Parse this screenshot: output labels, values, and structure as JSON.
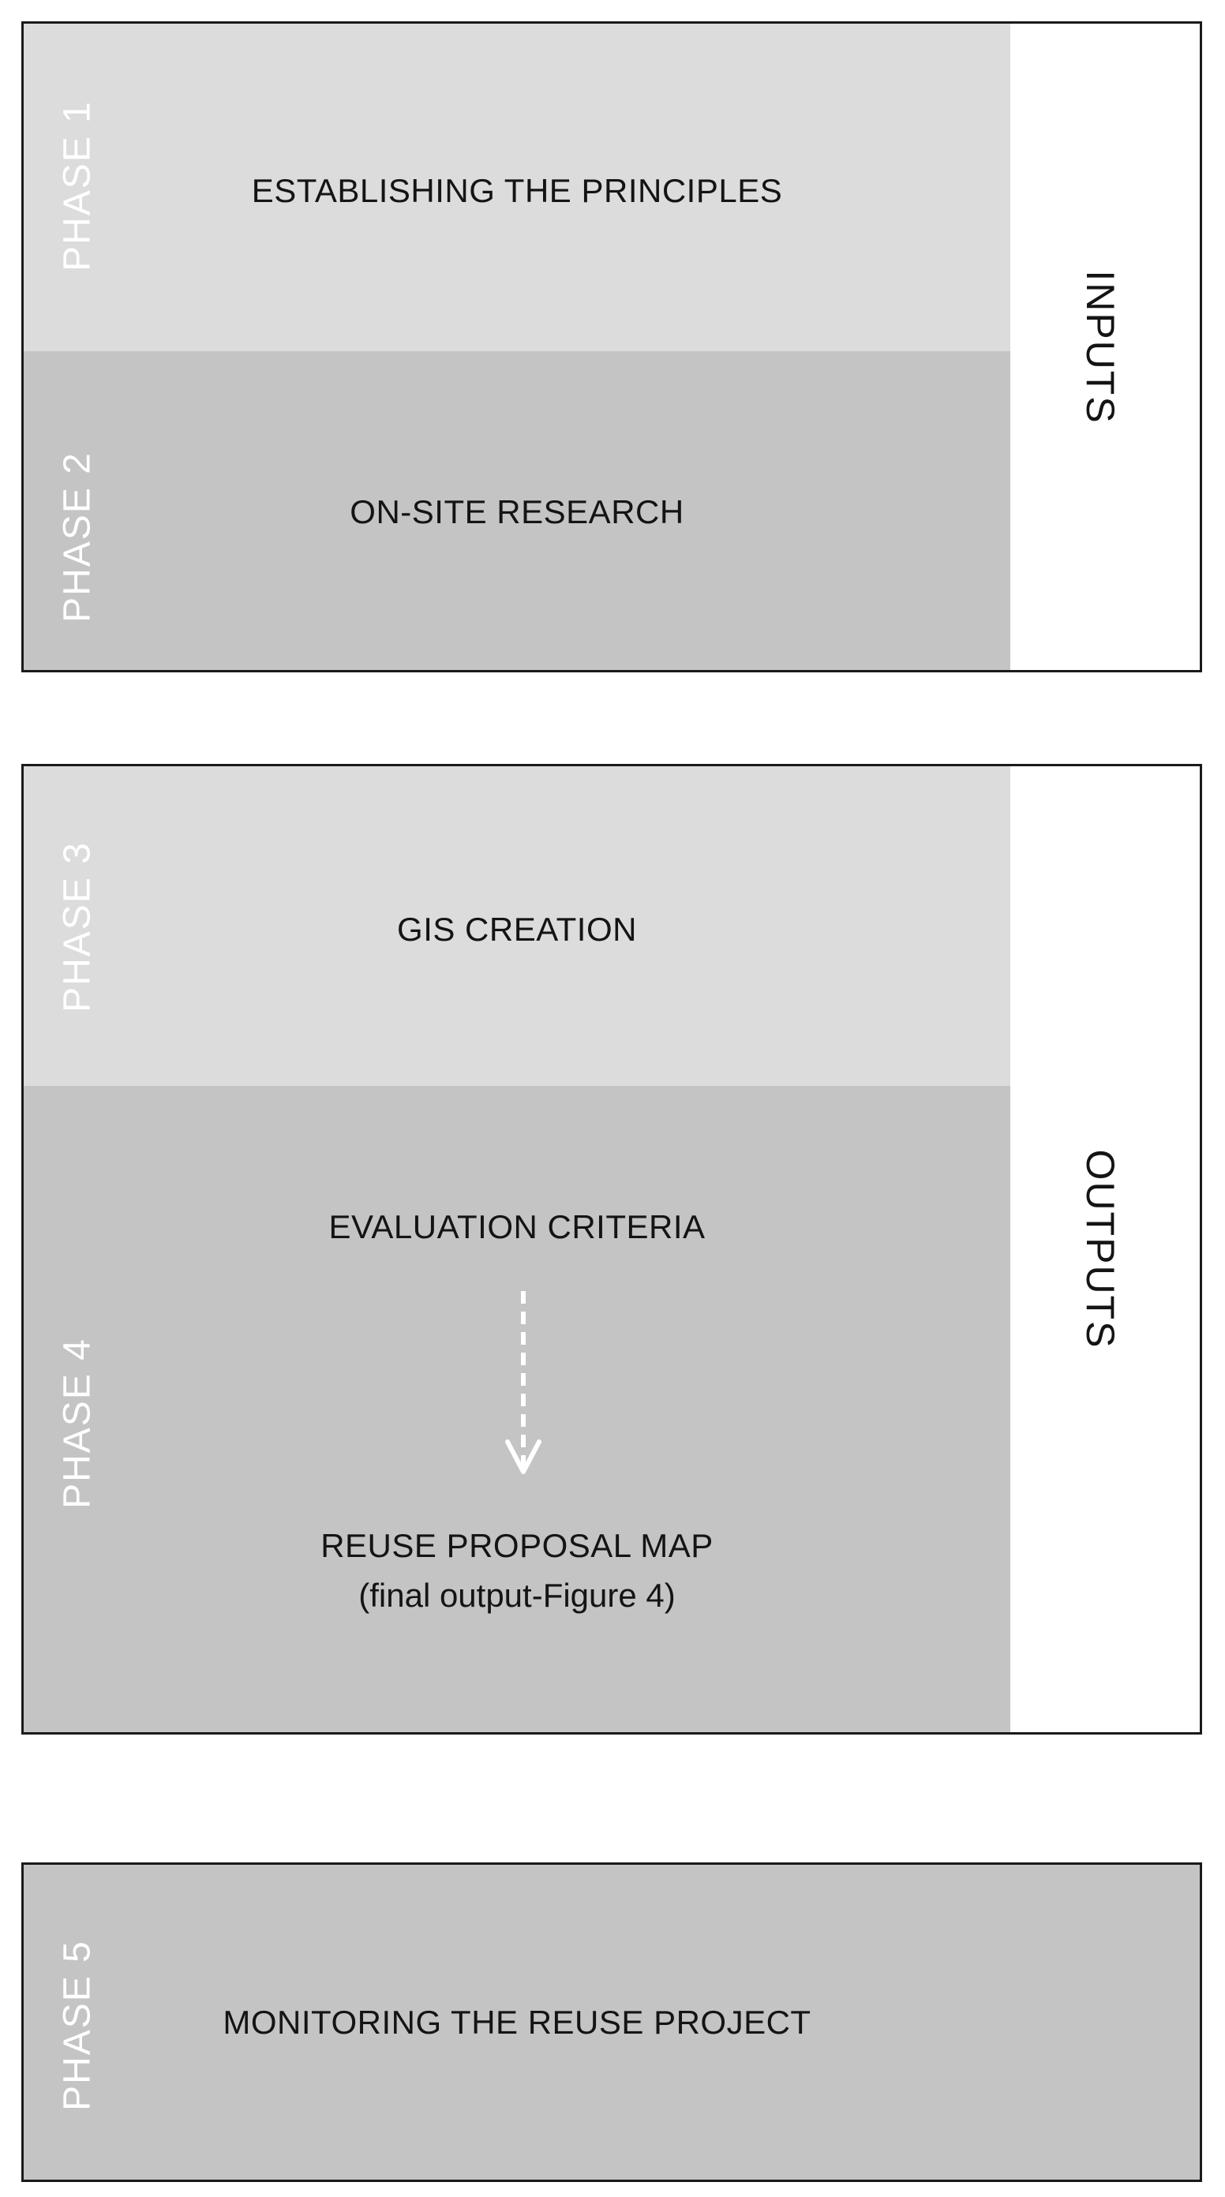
{
  "groups": {
    "inputs": {
      "label": "INPUTS",
      "phases": [
        {
          "id": "PHASE 1",
          "title": "ESTABLISHING THE PRINCIPLES"
        },
        {
          "id": "PHASE 2",
          "title": "ON-SITE RESEARCH"
        }
      ]
    },
    "outputs": {
      "label": "OUTPUTS",
      "phases": [
        {
          "id": "PHASE 3",
          "title": "GIS CREATION"
        },
        {
          "id": "PHASE 4",
          "title": "EVALUATION CRITERIA",
          "result": "REUSE PROPOSAL MAP",
          "result_note": "(final output-Figure 4)"
        }
      ]
    },
    "monitoring": {
      "phases": [
        {
          "id": "PHASE 5",
          "title": "MONITORING THE REUSE PROJECT"
        }
      ]
    }
  },
  "colors": {
    "panel_light": "#dcdcdc",
    "panel_dark": "#c4c4c4",
    "border": "#1a1a1a",
    "phase_label": "#ffffff",
    "text": "#141414"
  },
  "icons": {
    "flow_arrow": "dashed-down-arrow-icon"
  }
}
